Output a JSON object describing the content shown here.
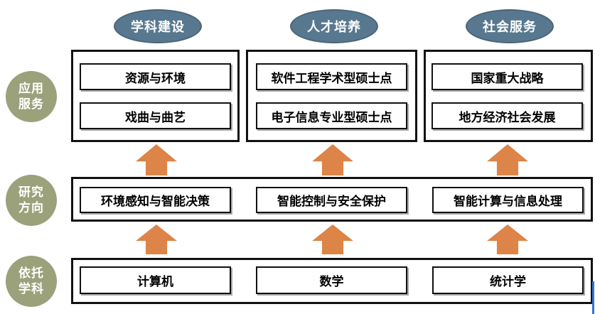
{
  "ellipses": [
    {
      "label": "学科建设"
    },
    {
      "label": "人才培养"
    },
    {
      "label": "社会服务"
    }
  ],
  "row_labels": [
    {
      "line1": "应用",
      "line2": "服务"
    },
    {
      "line1": "研究",
      "line2": "方向"
    },
    {
      "line1": "依托",
      "line2": "学科"
    }
  ],
  "application_service_row": {
    "col1": {
      "item1": "资源与环境",
      "item2": "戏曲与曲艺"
    },
    "col2": {
      "item1": "软件工程学术型硕士点",
      "item2": "电子信息专业型硕士点"
    },
    "col3": {
      "item1": "国家重大战略",
      "item2": "地方经济社会发展"
    }
  },
  "research_direction_row": {
    "col1": "环境感知与智能决策",
    "col2": "智能控制与安全保护",
    "col3": "智能计算与信息处理"
  },
  "supporting_discipline_row": {
    "col1": "计算机",
    "col2": "数学",
    "col3": "统计学"
  },
  "colors": {
    "ellipse_fill": "#58788F",
    "row_circle_fill": "#9BA17A",
    "arrow_fill": "#DD8448",
    "caret_blue": "#2E74D8",
    "box_border": "#111111"
  }
}
